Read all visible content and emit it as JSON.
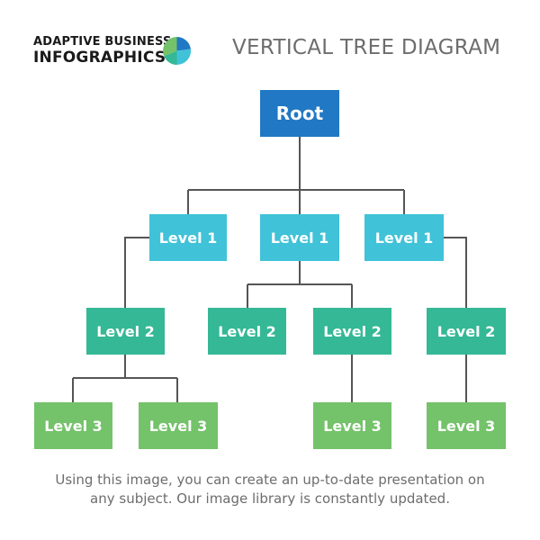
{
  "brand": {
    "line1": "ADAPTIVE BUSINESS",
    "line2": "INFOGRAPHICS"
  },
  "logo": {
    "icon": "pie-logo-icon",
    "colors": [
      "#2178c4",
      "#40c2d8",
      "#34b895",
      "#74c26a"
    ]
  },
  "title": "VERTICAL TREE DIAGRAM",
  "tree": {
    "root": "Root",
    "level1": [
      "Level 1",
      "Level 1",
      "Level 1"
    ],
    "level2": [
      "Level 2",
      "Level 2",
      "Level 2",
      "Level 2"
    ],
    "level3": [
      "Level 3",
      "Level 3",
      "Level 3",
      "Level 3"
    ]
  },
  "colors": {
    "root": "#2178c4",
    "level1": "#40c2d8",
    "level2": "#34b895",
    "level3": "#74c26a",
    "connector": "#555555"
  },
  "caption": {
    "line1": "Using this image, you can create an up-to-date presentation on",
    "line2": "any subject. Our image library is constantly updated."
  }
}
